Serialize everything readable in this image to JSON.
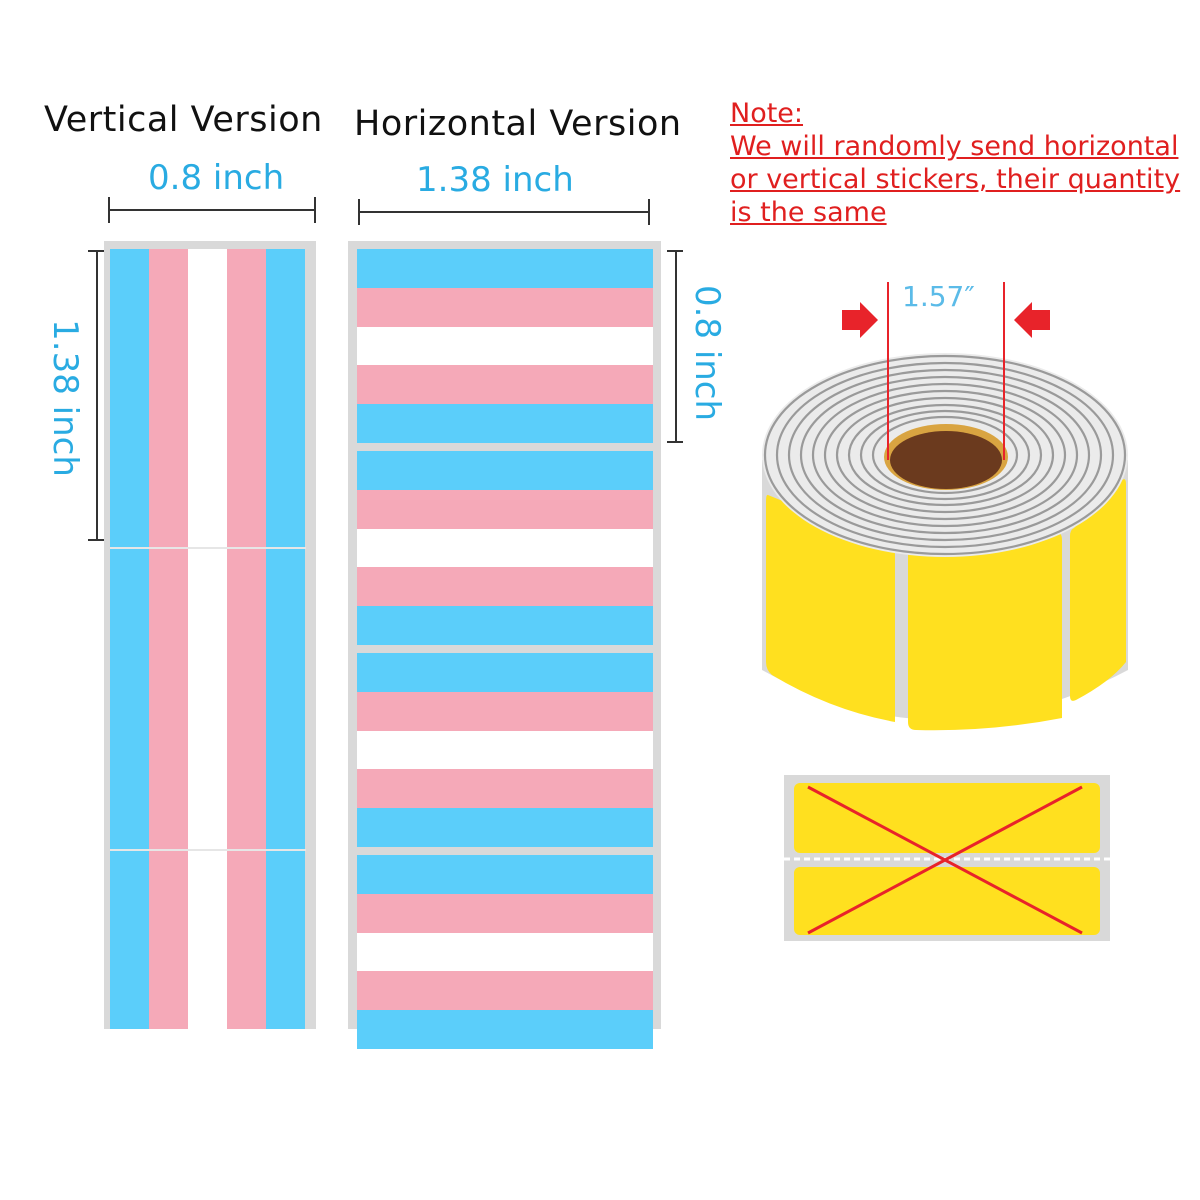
{
  "headings": {
    "vertical": "Vertical Version",
    "horizontal": "Horizontal Version"
  },
  "dimensions": {
    "vertical_width": "0.8 inch",
    "vertical_height": "1.38 inch",
    "horizontal_width": "1.38 inch",
    "horizontal_height": "0.8 inch",
    "roll_core": "1.57″"
  },
  "note": {
    "title": "Note:",
    "line1": "We will randomly send horizontal",
    "line2": "or vertical stickers, their quantity",
    "line3": "is the same"
  },
  "colors": {
    "flag_blue": "#5bcefa",
    "flag_pink": "#f5a9b8",
    "flag_white": "#ffffff",
    "dimension_text": "#29abe2",
    "note_text": "#e01f1f",
    "sticker_yellow": "#ffe01f",
    "core_brown": "#6b3a1e",
    "arrow_red": "#e8232a"
  },
  "icons": {
    "roll": "label-roll-illustration",
    "wrong_example": "crossed-out-label-icon"
  }
}
